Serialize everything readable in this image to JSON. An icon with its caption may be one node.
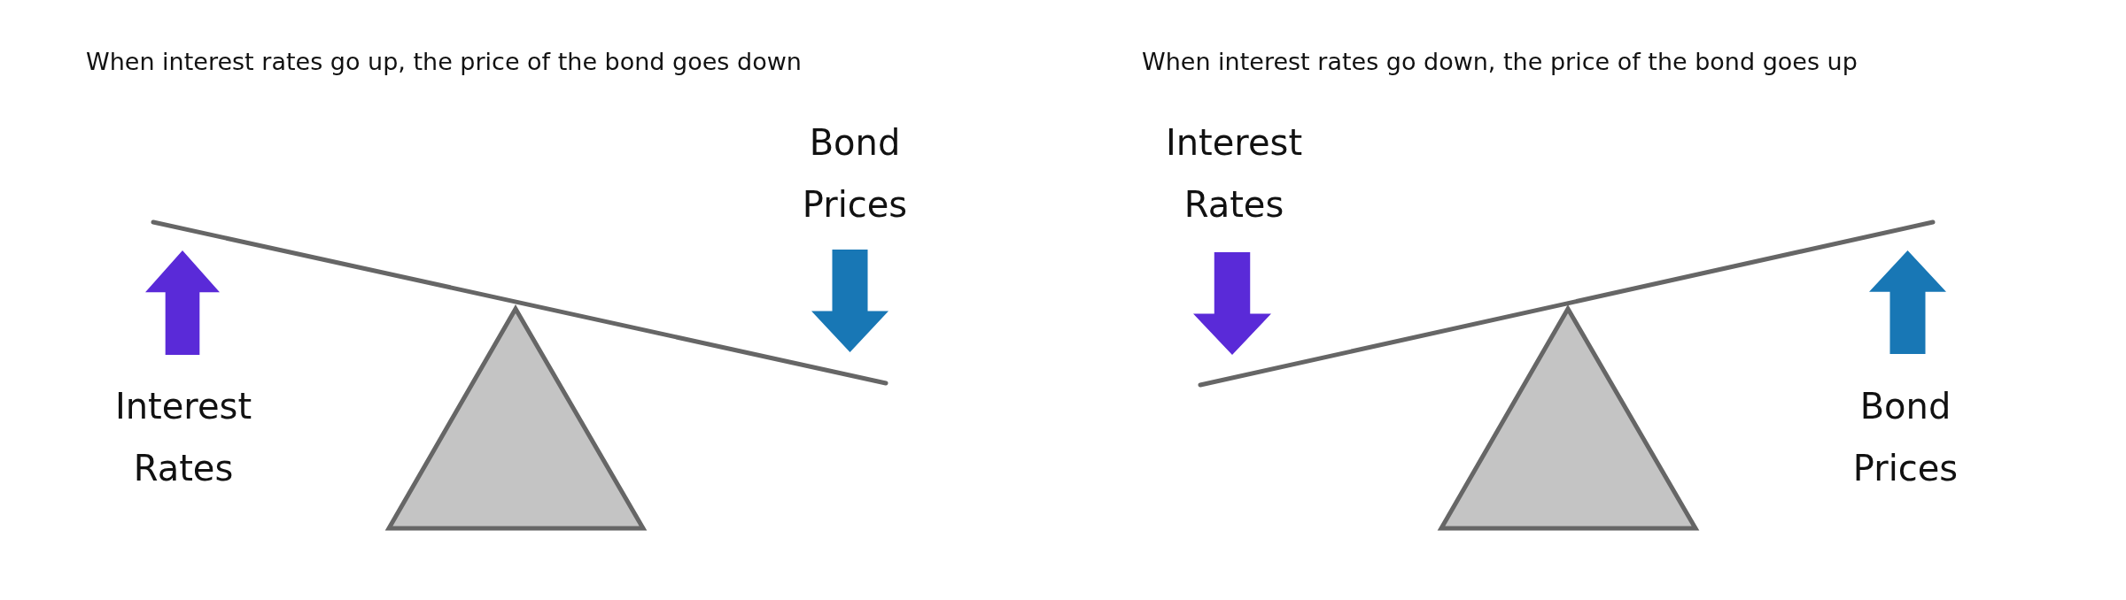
{
  "diagram": {
    "labels": [
      "When interest rates go up, the price of the bond goes down",
      "Bond Prices",
      "Interest Rates",
      "When interest rates go down, the price of the bond goes up",
      "Interest Rates",
      "Bond Prices"
    ]
  }
}
